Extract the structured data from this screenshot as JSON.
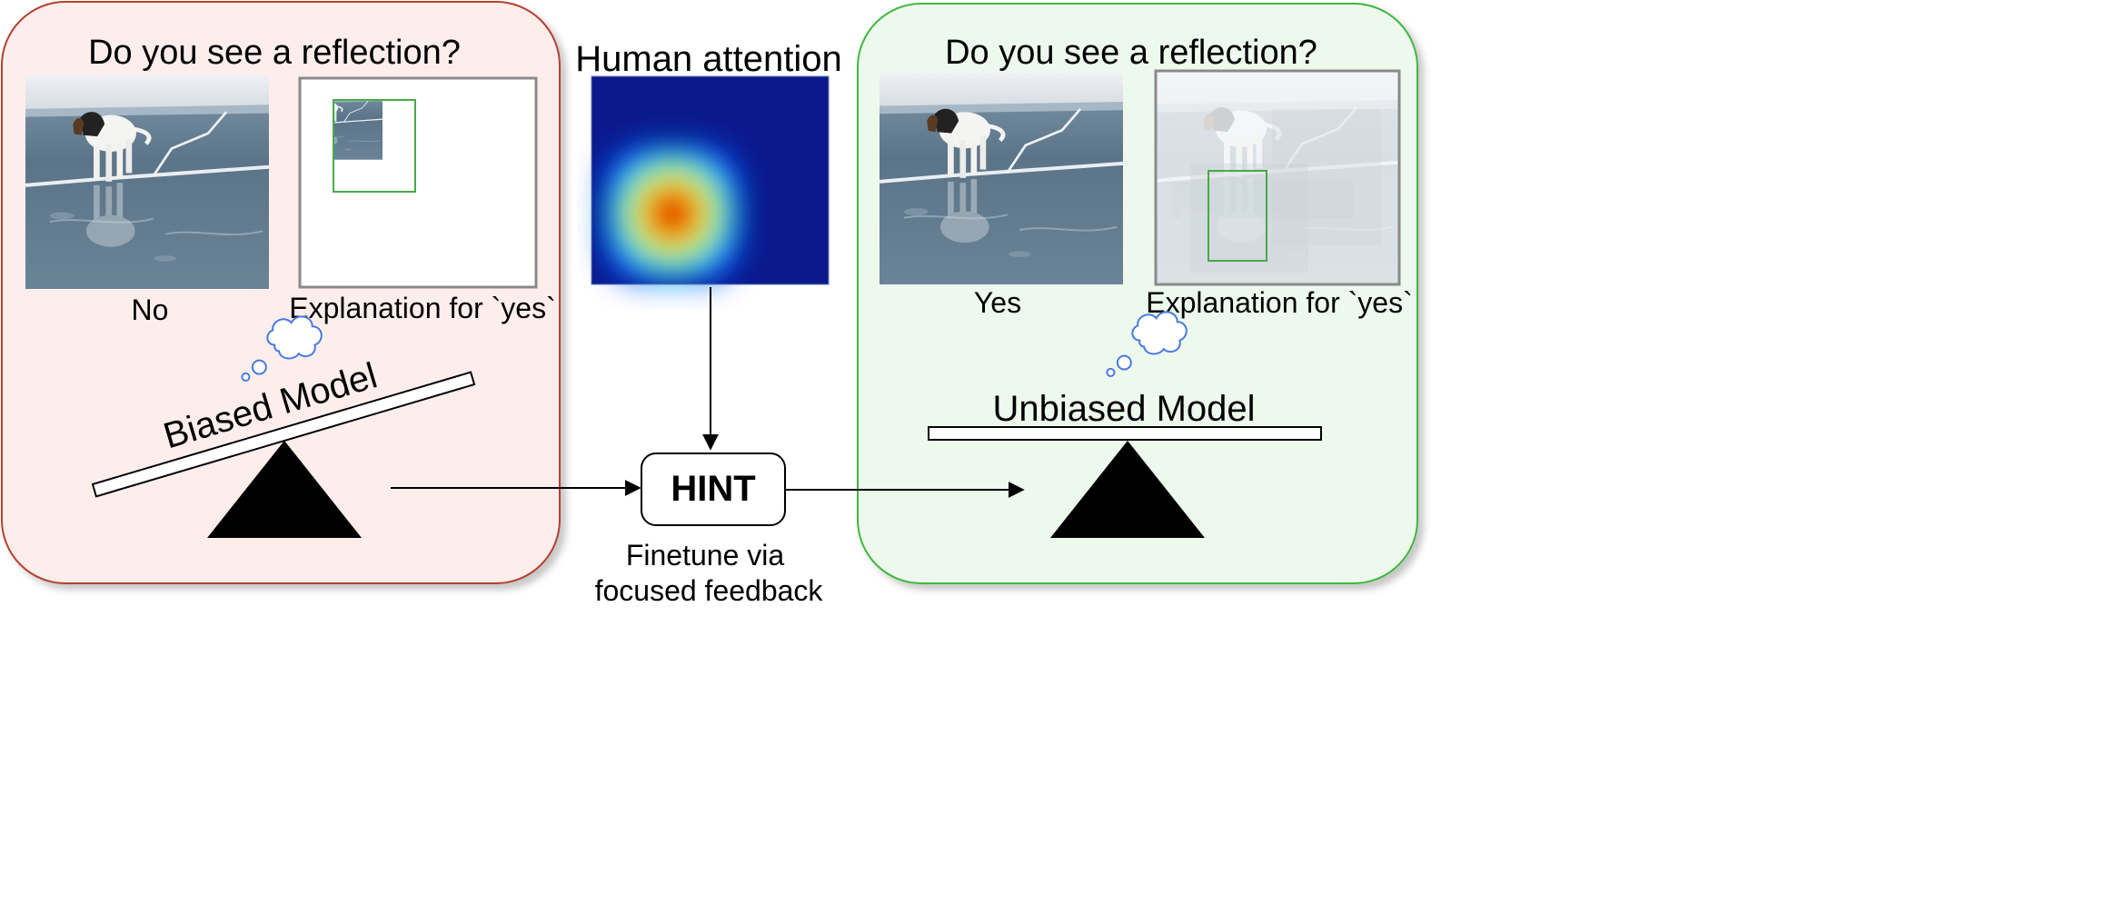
{
  "colors": {
    "left_panel_fill": "#fdeeec",
    "left_panel_stroke": "#b5412e",
    "right_panel_fill": "#eef9ee",
    "right_panel_stroke": "#3fb83f",
    "no_text": "#c00000",
    "yes_text": "#1e6b1e",
    "thought_bubble": "#4a7be0",
    "box_highlight": "#4aa84a"
  },
  "left_panel": {
    "question": "Do you see a reflection?",
    "prediction": "No",
    "explanation_label": "Explanation for `yes`",
    "model_label": "Biased Model"
  },
  "center": {
    "attention_label": "Human attention",
    "hint_label": "HINT",
    "caption_line1": "Finetune via",
    "caption_line2": "focused feedback"
  },
  "right_panel": {
    "question": "Do you see a reflection?",
    "prediction": "Yes",
    "explanation_label": "Explanation for `yes`",
    "model_label": "Unbiased Model"
  },
  "icons": {
    "photo": "dog-on-ice-photo-icon",
    "thought": "thought-bubble-icon",
    "fulcrum": "fulcrum-triangle-icon",
    "heatmap": "attention-heatmap-icon"
  }
}
